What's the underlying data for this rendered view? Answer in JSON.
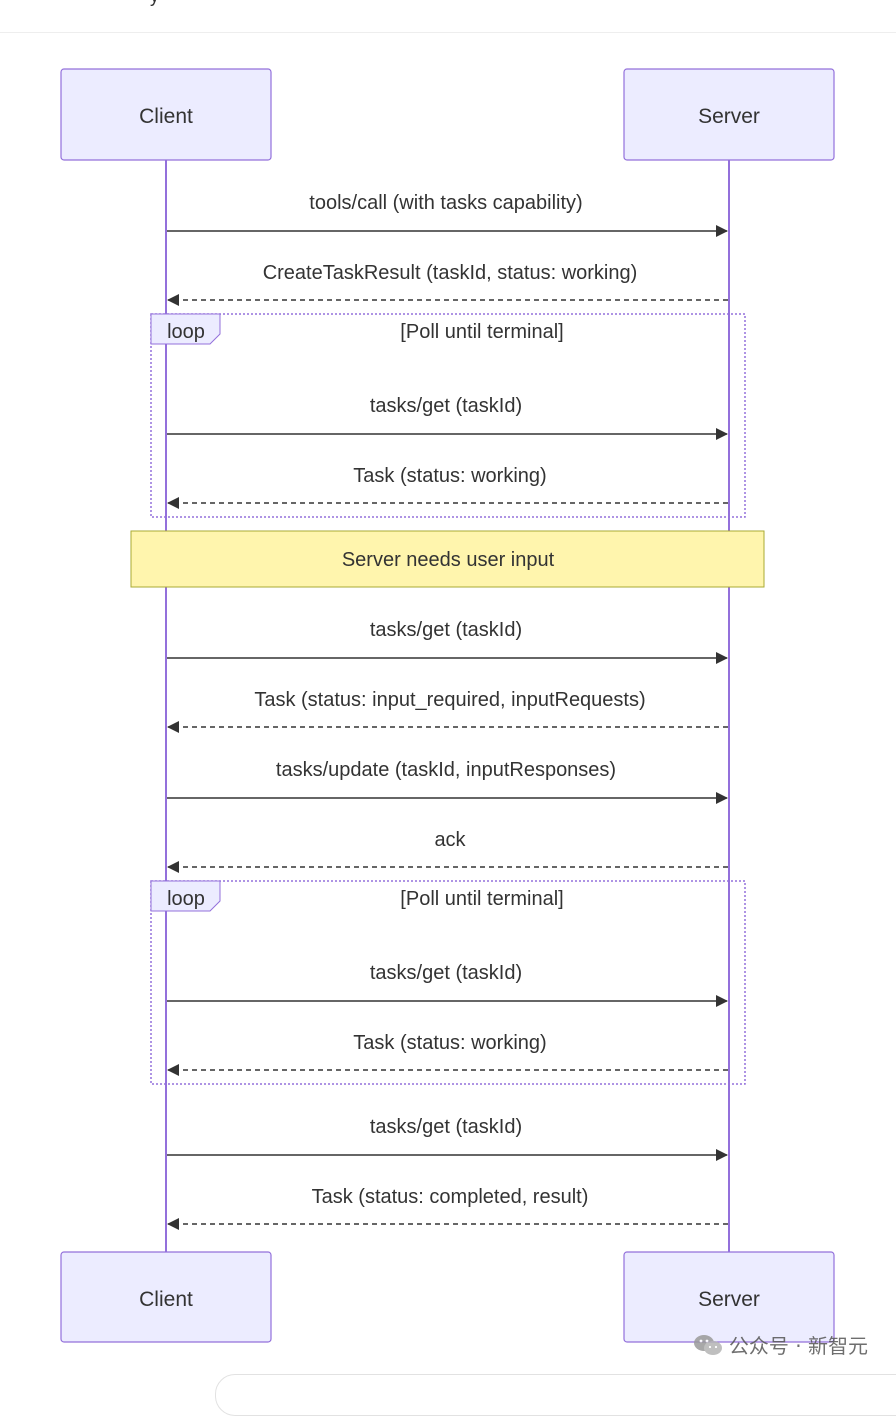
{
  "top": {
    "partial_text": "y"
  },
  "participants": {
    "client_top": "Client",
    "server_top": "Server",
    "client_bottom": "Client",
    "server_bottom": "Server"
  },
  "messages": [
    {
      "text": "tools/call (with tasks capability)",
      "dir": "right",
      "style": "solid"
    },
    {
      "text": "CreateTaskResult (taskId, status: working)",
      "dir": "left",
      "style": "dashed"
    },
    {
      "text": "tasks/get (taskId)",
      "dir": "right",
      "style": "solid"
    },
    {
      "text": "Task (status: working)",
      "dir": "left",
      "style": "dashed"
    },
    {
      "text": "tasks/get (taskId)",
      "dir": "right",
      "style": "solid"
    },
    {
      "text": "Task (status: input_required, inputRequests)",
      "dir": "left",
      "style": "dashed"
    },
    {
      "text": "tasks/update (taskId, inputResponses)",
      "dir": "right",
      "style": "solid"
    },
    {
      "text": "ack",
      "dir": "left",
      "style": "dashed"
    },
    {
      "text": "tasks/get (taskId)",
      "dir": "right",
      "style": "solid"
    },
    {
      "text": "Task (status: working)",
      "dir": "left",
      "style": "dashed"
    },
    {
      "text": "tasks/get (taskId)",
      "dir": "right",
      "style": "solid"
    },
    {
      "text": "Task (status: completed, result)",
      "dir": "left",
      "style": "dashed"
    }
  ],
  "loops": [
    {
      "tag": "loop",
      "condition": "[Poll until terminal]"
    },
    {
      "tag": "loop",
      "condition": "[Poll until terminal]"
    }
  ],
  "note": "Server needs user input",
  "watermark": {
    "text": "公众号 · 新智元"
  },
  "colors": {
    "actor_fill": "#ececff",
    "actor_stroke": "#9370db",
    "lifeline": "#9370db",
    "arrow": "#333333",
    "note_fill": "#fff5ad",
    "note_stroke": "#aaaa33",
    "loop_stroke": "#9370db"
  }
}
